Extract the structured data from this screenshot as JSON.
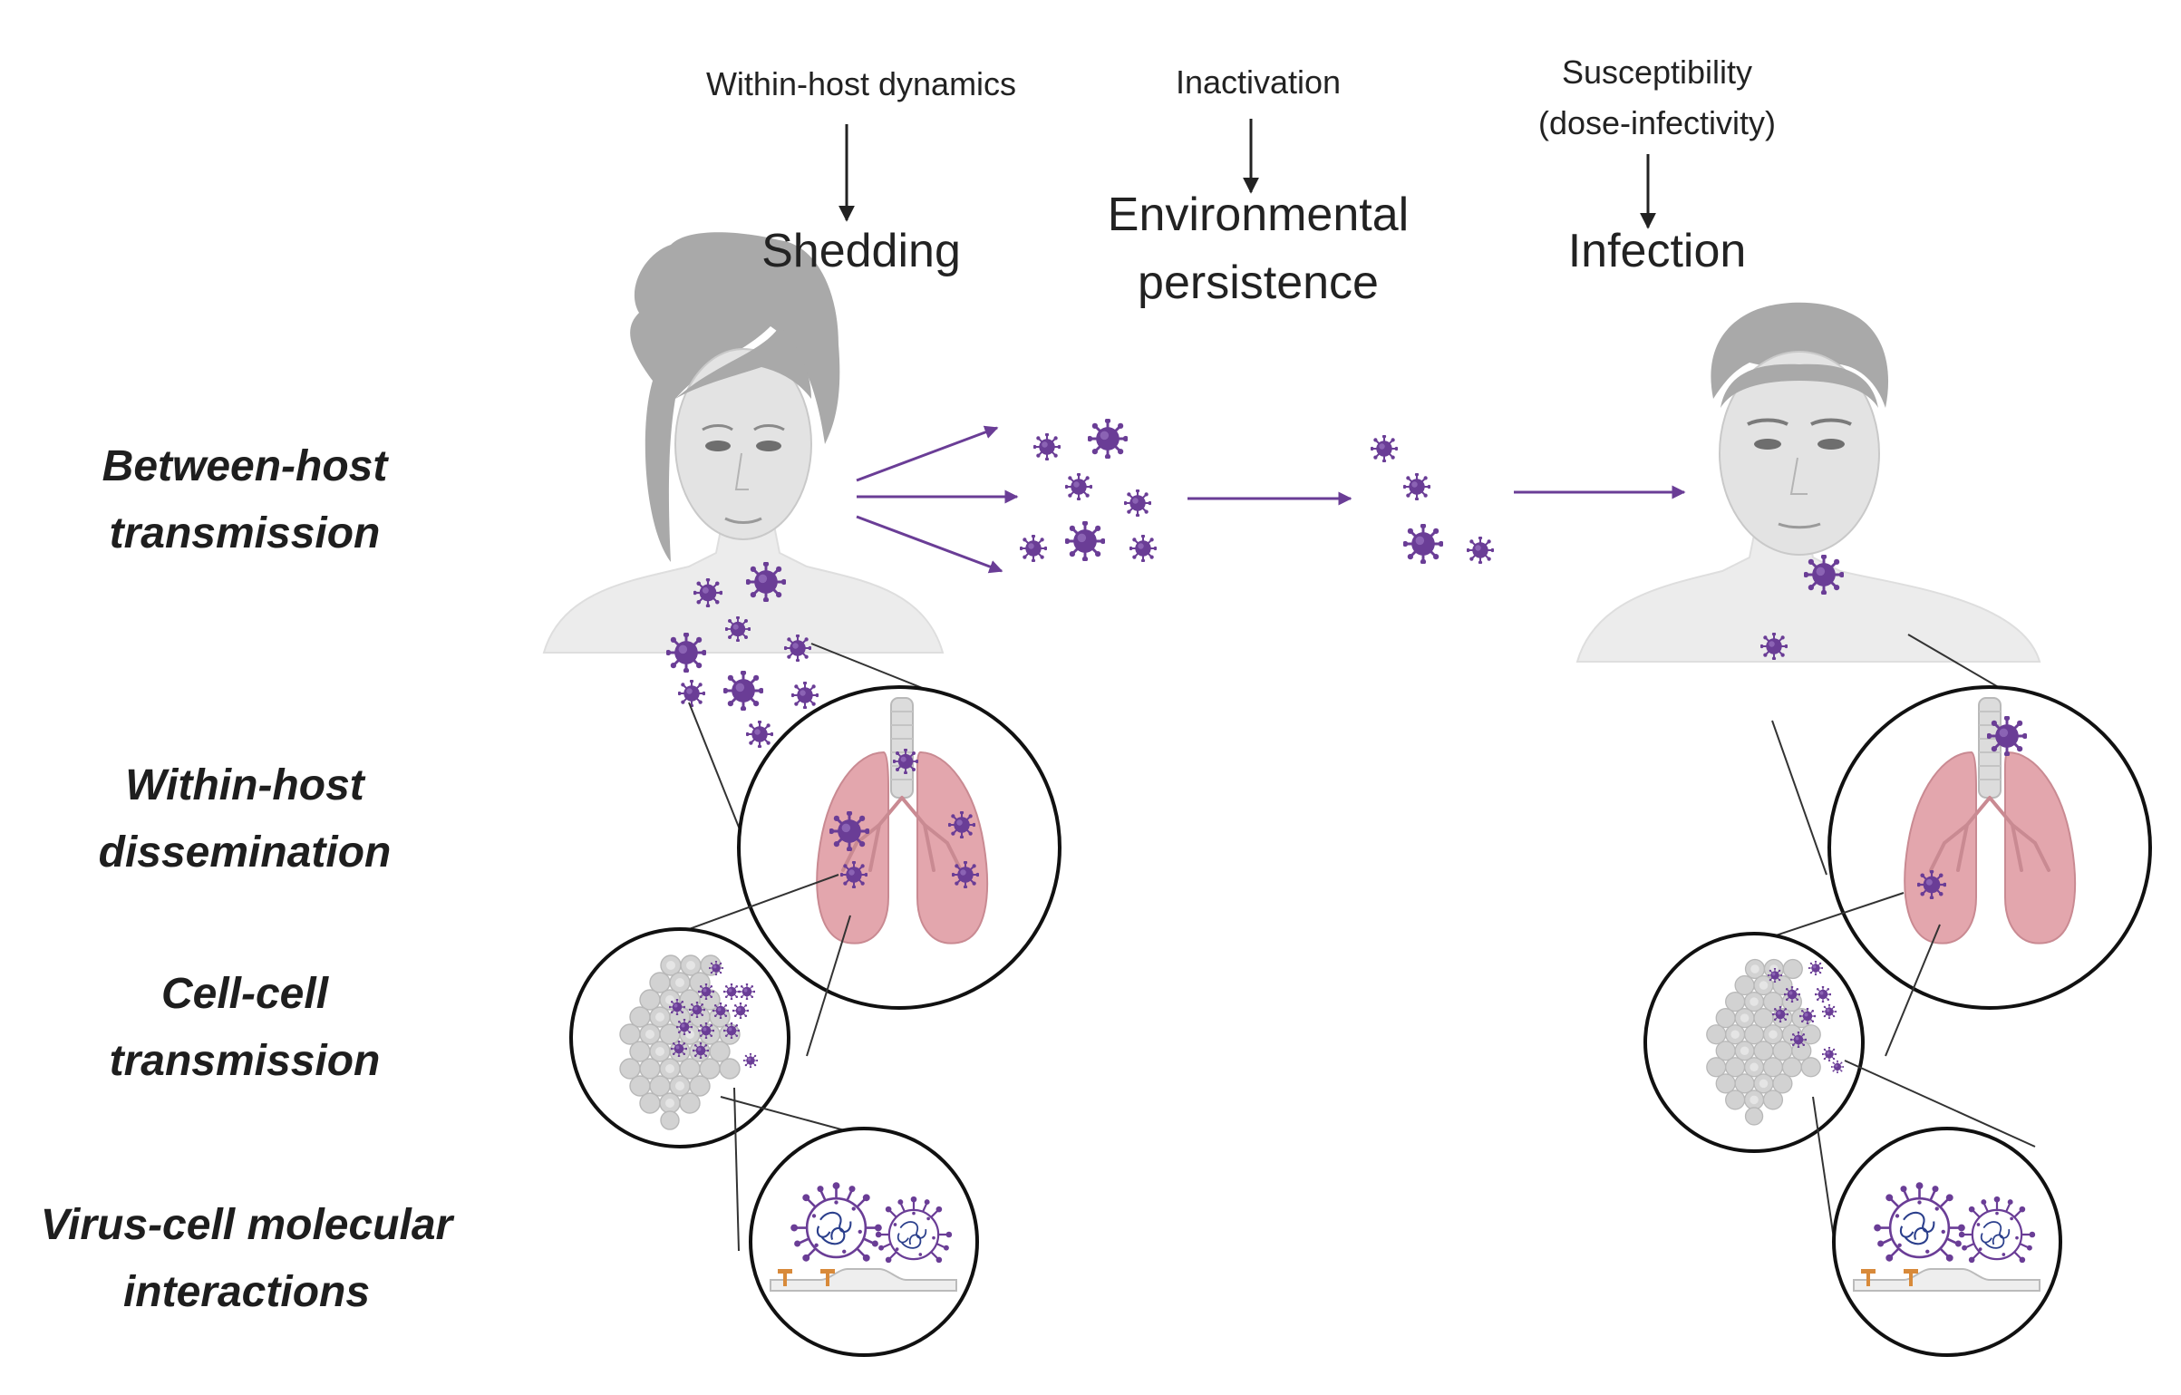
{
  "header": {
    "within_host_dynamics": "Within-host dynamics",
    "shedding": "Shedding",
    "inactivation": "Inactivation",
    "environmental_line1": "Environmental",
    "environmental_line2": "persistence",
    "susceptibility_line1": "Susceptibility",
    "susceptibility_line2": "(dose-infectivity)",
    "infection": "Infection"
  },
  "scales": {
    "between_host_line1": "Between-host",
    "between_host_line2": "transmission",
    "within_host_line1": "Within-host",
    "within_host_line2": "dissemination",
    "cell_cell_line1": "Cell-cell",
    "cell_cell_line2": "transmission",
    "virus_cell_line1": "Virus-cell molecular",
    "virus_cell_line2": "interactions"
  },
  "colors": {
    "virus": "#6a3d96",
    "arrow": "#6a3d96",
    "lung": "#e3a6ad",
    "skin": "#e3e3e3",
    "hair": "#a9a9a9",
    "cell": "#c9c9c9",
    "text": "#222222"
  }
}
